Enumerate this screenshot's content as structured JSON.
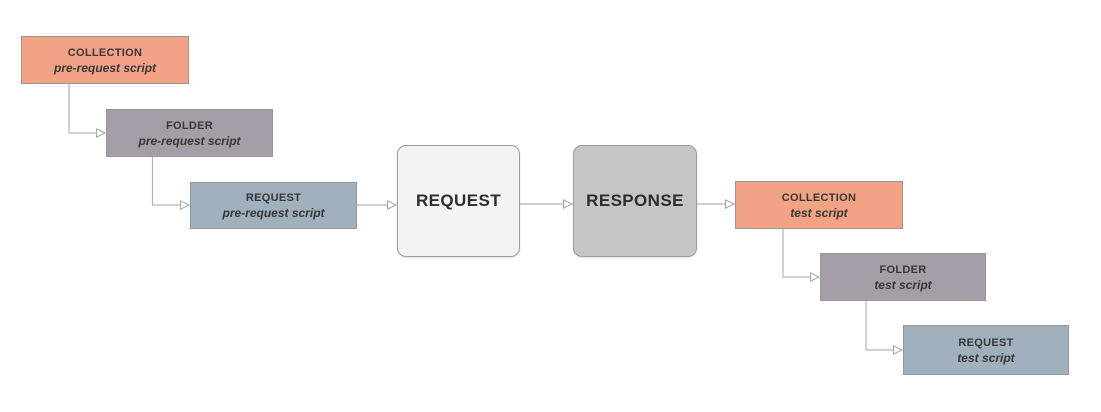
{
  "diagram": {
    "nodes": [
      {
        "id": "collection-pre-request",
        "label": "COLLECTION",
        "sublabel": "pre-request script",
        "color": "#F2A285"
      },
      {
        "id": "folder-pre-request",
        "label": "FOLDER",
        "sublabel": "pre-request script",
        "color": "#A49EA9"
      },
      {
        "id": "request-pre-request",
        "label": "REQUEST",
        "sublabel": "pre-request script",
        "color": "#A0B0BC"
      },
      {
        "id": "request",
        "label": "REQUEST",
        "color": "#F3F3F3"
      },
      {
        "id": "response",
        "label": "RESPONSE",
        "color": "#C5C5C5"
      },
      {
        "id": "collection-test",
        "label": "COLLECTION",
        "sublabel": "test script",
        "color": "#F2A285"
      },
      {
        "id": "folder-test",
        "label": "FOLDER",
        "sublabel": "test script",
        "color": "#A49EA9"
      },
      {
        "id": "request-test",
        "label": "REQUEST",
        "sublabel": "test script",
        "color": "#A0B0BC"
      }
    ],
    "edges": [
      {
        "from": "collection-pre-request",
        "to": "folder-pre-request"
      },
      {
        "from": "folder-pre-request",
        "to": "request-pre-request"
      },
      {
        "from": "request-pre-request",
        "to": "request"
      },
      {
        "from": "request",
        "to": "response"
      },
      {
        "from": "response",
        "to": "collection-test"
      },
      {
        "from": "collection-test",
        "to": "folder-test"
      },
      {
        "from": "folder-test",
        "to": "request-test"
      }
    ],
    "colors": {
      "connector": "#B5B5B5",
      "text": "#373737",
      "background": "#FFFFFF"
    }
  }
}
